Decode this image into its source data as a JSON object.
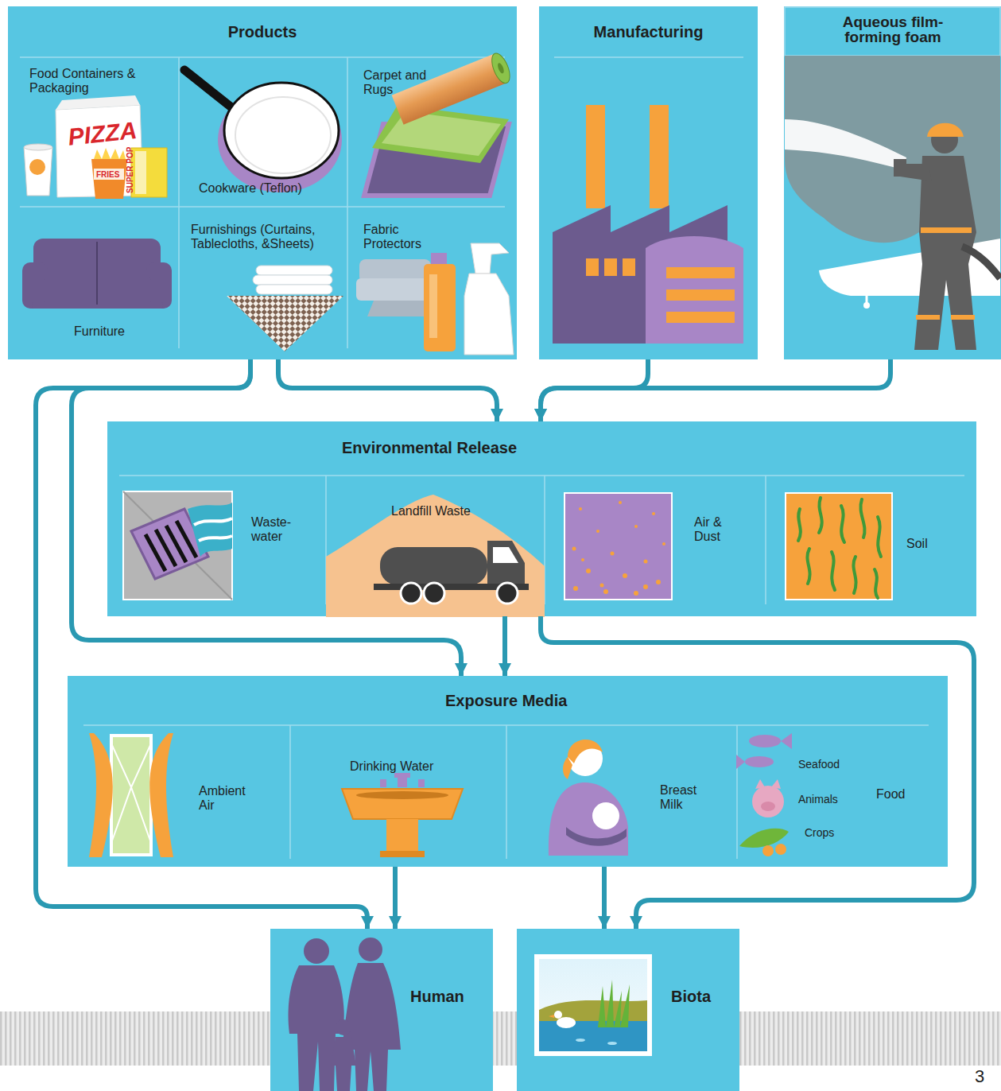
{
  "diagram": {
    "nodes": [
      {
        "text": [
          "Products"
        ]
      },
      {
        "text": [
          "Food Containers & Packaging"
        ],
        "in": 0
      },
      {
        "text": [
          "Cookware (Teflon)"
        ],
        "in": 0
      },
      {
        "text": [
          "Carpet and Rugs"
        ],
        "in": 0
      },
      {
        "text": [
          "Furniture"
        ],
        "in": 0
      },
      {
        "text": [
          "Furnishings (Curtains, Tablecloths, &Sheets)"
        ],
        "in": 0
      },
      {
        "text": [
          "Fabric Protectors"
        ],
        "in": 0
      },
      {
        "text": [
          "Manufacturing"
        ]
      },
      {
        "text": [
          "Aqueous film-forming foam"
        ]
      },
      {
        "text": [
          "Environmental Release"
        ]
      },
      {
        "text": [
          "Waste-water"
        ],
        "in": 9
      },
      {
        "text": [
          "Landfill Waste"
        ],
        "in": 9
      },
      {
        "text": [
          "Air & Dust"
        ],
        "in": 9
      },
      {
        "text": [
          "Soil"
        ],
        "in": 9
      },
      {
        "text": [
          "Exposure Media"
        ]
      },
      {
        "text": [
          "Ambient Air"
        ],
        "in": 14
      },
      {
        "text": [
          "Drinking Water"
        ],
        "in": 14
      },
      {
        "text": [
          "Breast Milk"
        ],
        "in": 14
      },
      {
        "text": [
          "Food"
        ],
        "in": 14
      },
      {
        "text": [
          "Human"
        ]
      },
      {
        "text": [
          "Biota"
        ]
      }
    ],
    "edges": [
      {
        "from": 0,
        "to": 9,
        "arrow": "to"
      },
      {
        "from": 7,
        "to": 9,
        "arrow": "to"
      },
      {
        "from": 8,
        "to": 9,
        "arrow": "to"
      },
      {
        "from": 0,
        "to": 14,
        "arrow": "to"
      },
      {
        "from": 0,
        "to": 19,
        "arrow": "to"
      },
      {
        "from": 9,
        "to": 14,
        "arrow": "to"
      },
      {
        "from": 9,
        "to": 20,
        "arrow": "to"
      },
      {
        "from": 14,
        "to": 19,
        "arrow": "to"
      },
      {
        "from": 14,
        "to": 20,
        "arrow": "to"
      }
    ],
    "labels": [
      "PIZZA",
      "FRIES",
      "SUPER POP",
      "Seafood",
      "Animals",
      "Crops",
      "3"
    ]
  }
}
